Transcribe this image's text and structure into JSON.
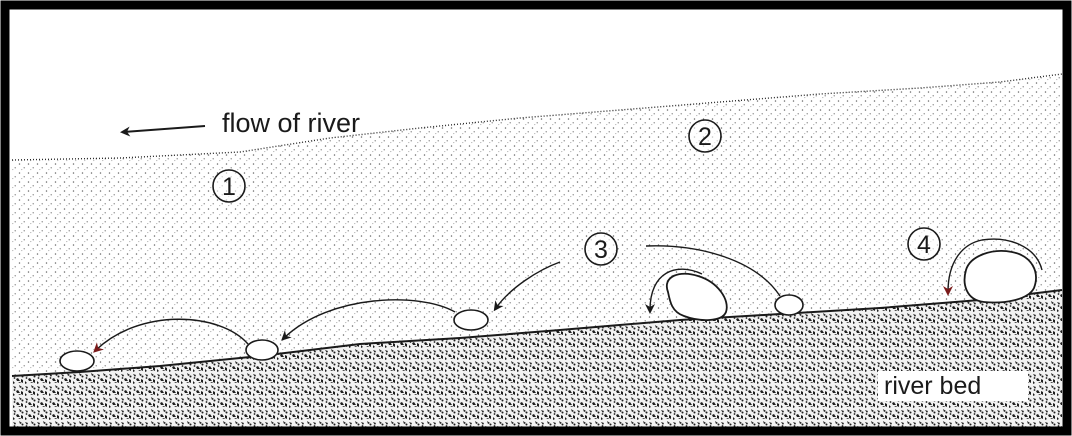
{
  "diagram": {
    "flow_label": "flow of river",
    "markers": [
      "1",
      "2",
      "3",
      "4"
    ],
    "bed_label": "river bed"
  },
  "colors": {
    "frame": "#000000",
    "water_dots": "#6b6b6b",
    "bed_speckle": "#1e1e1e",
    "ink": "#1a1a1a"
  }
}
